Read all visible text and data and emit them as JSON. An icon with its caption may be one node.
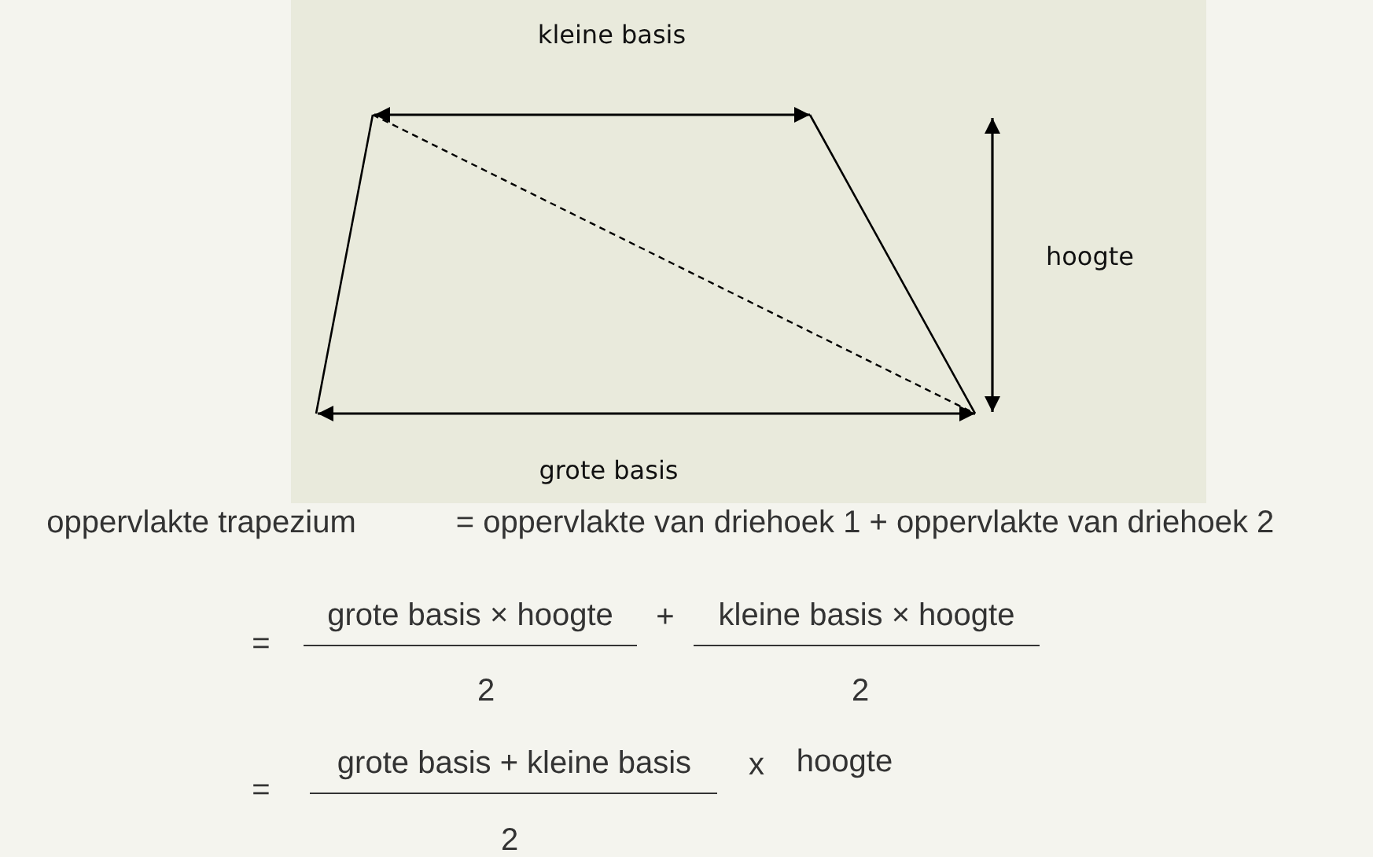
{
  "diagram": {
    "labels": [
      "kleine basis",
      "hoogte",
      "grote basis",
      "oppervlakte trapezium",
      "= oppervlakte van driehoek 1 + oppervlakte van driehoek 2",
      "=",
      "grote basis × hoogte",
      "+",
      "kleine basis × hoogte",
      "2",
      "2",
      "=",
      "grote basis + kleine basis",
      "x",
      "hoogte",
      "2"
    ]
  }
}
